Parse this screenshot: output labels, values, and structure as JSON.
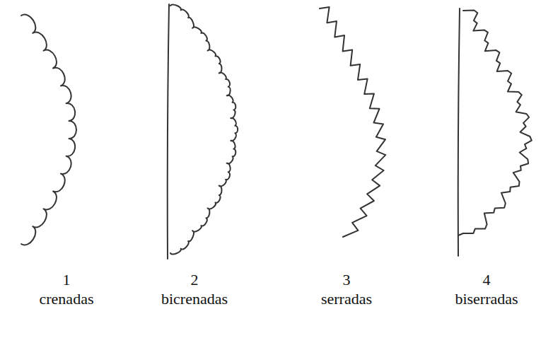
{
  "diagram": {
    "labels": [
      "1",
      "2",
      "3",
      "4",
      "crenadas",
      "bicrenadas",
      "serradas",
      "biserradas"
    ]
  }
}
